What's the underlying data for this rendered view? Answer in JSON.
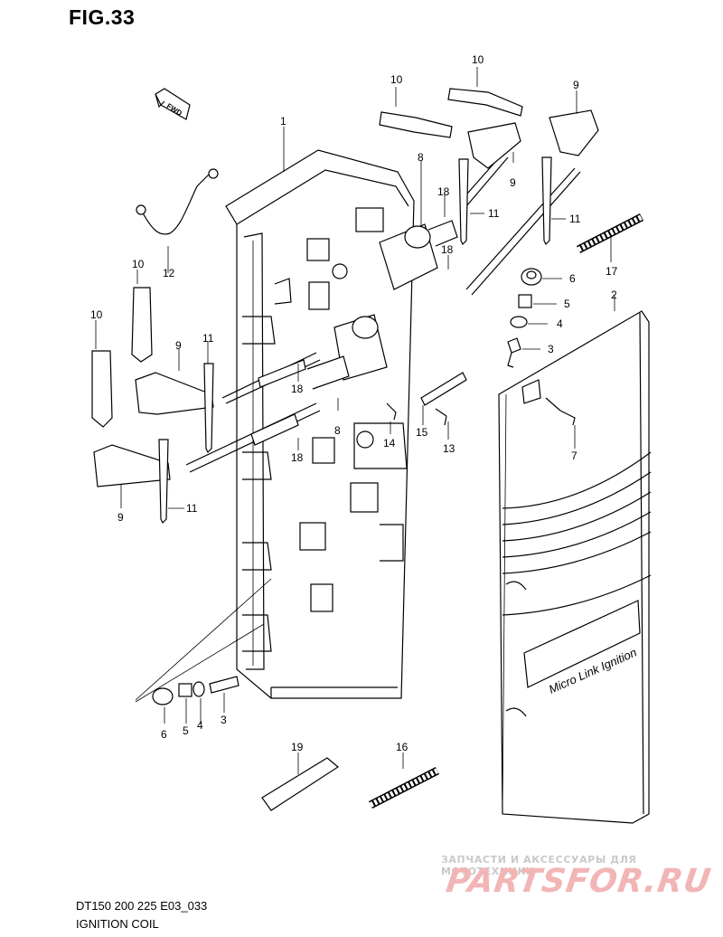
{
  "figure": {
    "title": "FIG.33"
  },
  "direction_arrow": {
    "label": "FWD",
    "icon": "fwd-arrow-icon"
  },
  "caption": {
    "model": "DT150 200 225 E03_033",
    "name": "IGNITION COIL"
  },
  "cover_label": "Micro Link Ignition",
  "watermark": {
    "tagline": "ЗАПЧАСТИ И АКСЕССУАРЫ ДЛЯ МОТОТЕХНИКИ",
    "logo": "PARTSFOR.RU"
  },
  "callouts": [
    {
      "id": "c-1",
      "text": "1"
    },
    {
      "id": "c-2",
      "text": "2"
    },
    {
      "id": "c-3a",
      "text": "3"
    },
    {
      "id": "c-3b",
      "text": "3"
    },
    {
      "id": "c-4a",
      "text": "4"
    },
    {
      "id": "c-4b",
      "text": "4"
    },
    {
      "id": "c-5a",
      "text": "5"
    },
    {
      "id": "c-5b",
      "text": "5"
    },
    {
      "id": "c-6a",
      "text": "6"
    },
    {
      "id": "c-6b",
      "text": "6"
    },
    {
      "id": "c-7",
      "text": "7"
    },
    {
      "id": "c-8a",
      "text": "8"
    },
    {
      "id": "c-8b",
      "text": "8"
    },
    {
      "id": "c-9a",
      "text": "9"
    },
    {
      "id": "c-9b",
      "text": "9"
    },
    {
      "id": "c-9c",
      "text": "9"
    },
    {
      "id": "c-9d",
      "text": "9"
    },
    {
      "id": "c-10a",
      "text": "10"
    },
    {
      "id": "c-10b",
      "text": "10"
    },
    {
      "id": "c-10c",
      "text": "10"
    },
    {
      "id": "c-10d",
      "text": "10"
    },
    {
      "id": "c-11a",
      "text": "11"
    },
    {
      "id": "c-11b",
      "text": "11"
    },
    {
      "id": "c-11c",
      "text": "11"
    },
    {
      "id": "c-11d",
      "text": "11"
    },
    {
      "id": "c-12",
      "text": "12"
    },
    {
      "id": "c-13",
      "text": "13"
    },
    {
      "id": "c-14",
      "text": "14"
    },
    {
      "id": "c-15",
      "text": "15"
    },
    {
      "id": "c-16",
      "text": "16"
    },
    {
      "id": "c-17",
      "text": "17"
    },
    {
      "id": "c-18a",
      "text": "18"
    },
    {
      "id": "c-18b",
      "text": "18"
    },
    {
      "id": "c-18c",
      "text": "18"
    },
    {
      "id": "c-18d",
      "text": "18"
    },
    {
      "id": "c-19",
      "text": "19"
    }
  ]
}
